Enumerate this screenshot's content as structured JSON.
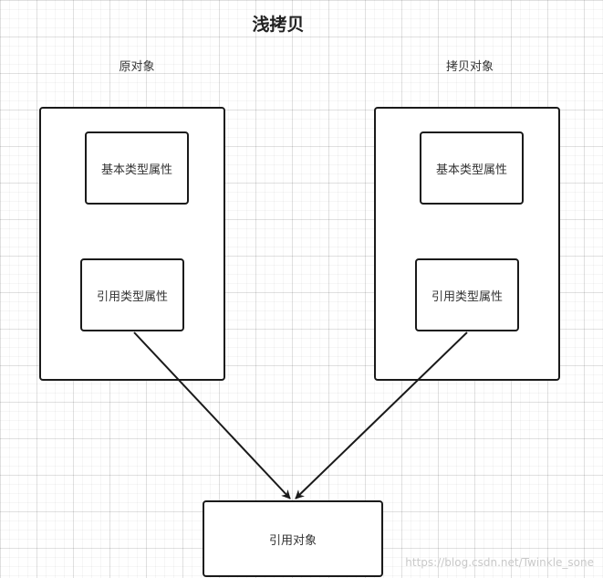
{
  "title": "浅拷贝",
  "original": {
    "header": "原对象",
    "basic_prop": "基本类型属性",
    "ref_prop": "引用类型属性"
  },
  "copy": {
    "header": "拷贝对象",
    "basic_prop": "基本类型属性",
    "ref_prop": "引用类型属性"
  },
  "shared_ref": {
    "label": "引用对象"
  },
  "watermark": "https://blog.csdn.net/Twinkle_sone",
  "colors": {
    "stroke": "#1a1a1a",
    "grid": "#e6e6e6",
    "text": "#333333"
  }
}
